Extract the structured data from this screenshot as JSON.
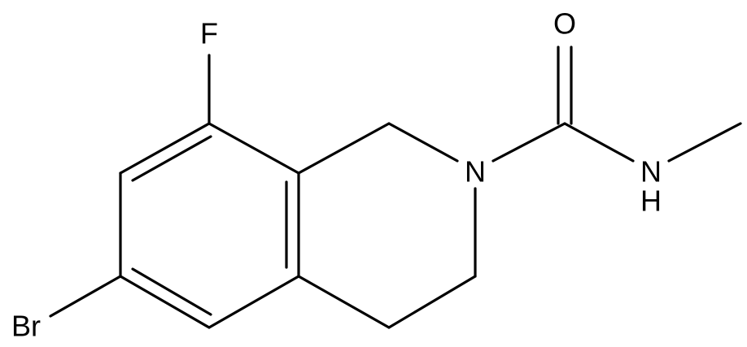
{
  "molecule": {
    "atoms": {
      "fluorine": "F",
      "bromine": "Br",
      "oxygen": "O",
      "ring_nitrogen": "N",
      "amide_nitrogen": "N",
      "amide_hydrogen": "H"
    },
    "colors": {
      "bond": "#000000",
      "label": "#000000",
      "background": "#ffffff"
    }
  }
}
